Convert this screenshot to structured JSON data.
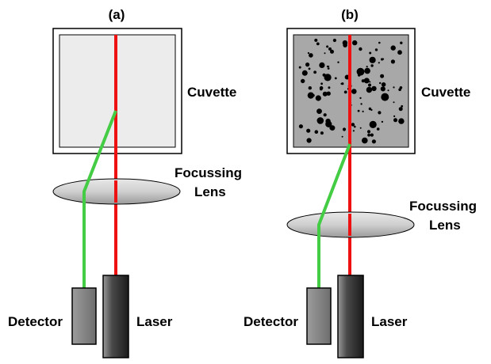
{
  "panel_a": {
    "label": "(a)",
    "cuvette_label": "Cuvette",
    "lens_label_line1": "Focussing",
    "lens_label_line2": "Lens",
    "detector_label": "Detector",
    "laser_label": "Laser"
  },
  "panel_b": {
    "label": "(b)",
    "cuvette_label": "Cuvette",
    "lens_label_line1": "Focussing",
    "lens_label_line2": "Lens",
    "detector_label": "Detector",
    "laser_label": "Laser"
  },
  "colors": {
    "laser_beam": "#ee1111",
    "scatter_beam": "#44cc44",
    "cuvette_clear": "#ececec",
    "cuvette_turbid": "#a8a8a8",
    "particle": "#000000"
  }
}
